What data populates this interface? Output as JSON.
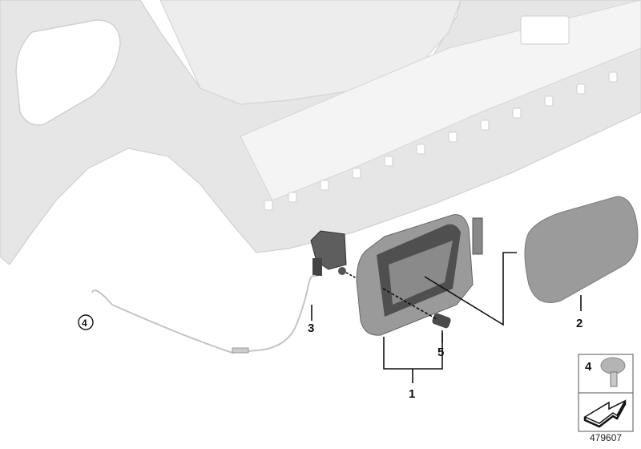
{
  "callouts": {
    "part1": "1",
    "part2": "2",
    "part3": "3",
    "part4": "4",
    "part5": "5"
  },
  "inset": {
    "part_number": "4",
    "icon": "arrow-direction-icon"
  },
  "diagram_id": "479607",
  "colors": {
    "body_panel": "#e6e6e6",
    "part_dark": "#6a6a6a",
    "flap": "#9a9a9a",
    "leader": "#111111"
  }
}
